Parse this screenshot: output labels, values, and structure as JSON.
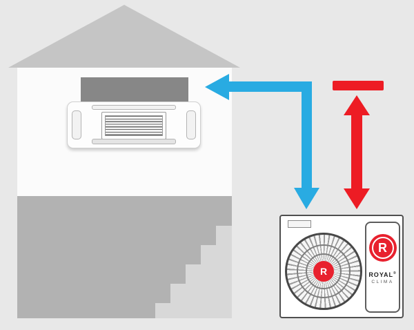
{
  "brand": {
    "r_letter": "R",
    "name": "ROYAL",
    "registered_mark": "®",
    "subname": "CLIMA"
  },
  "colors": {
    "cold_arrow_blue": "#29abe2",
    "hot_arrow_red": "#ed1c24",
    "brand_red": "#e8212e",
    "roof_gray": "#c5c5c5",
    "lower_floor_gray": "#b2b2b2",
    "stairs_gray": "#d8d8d8"
  }
}
